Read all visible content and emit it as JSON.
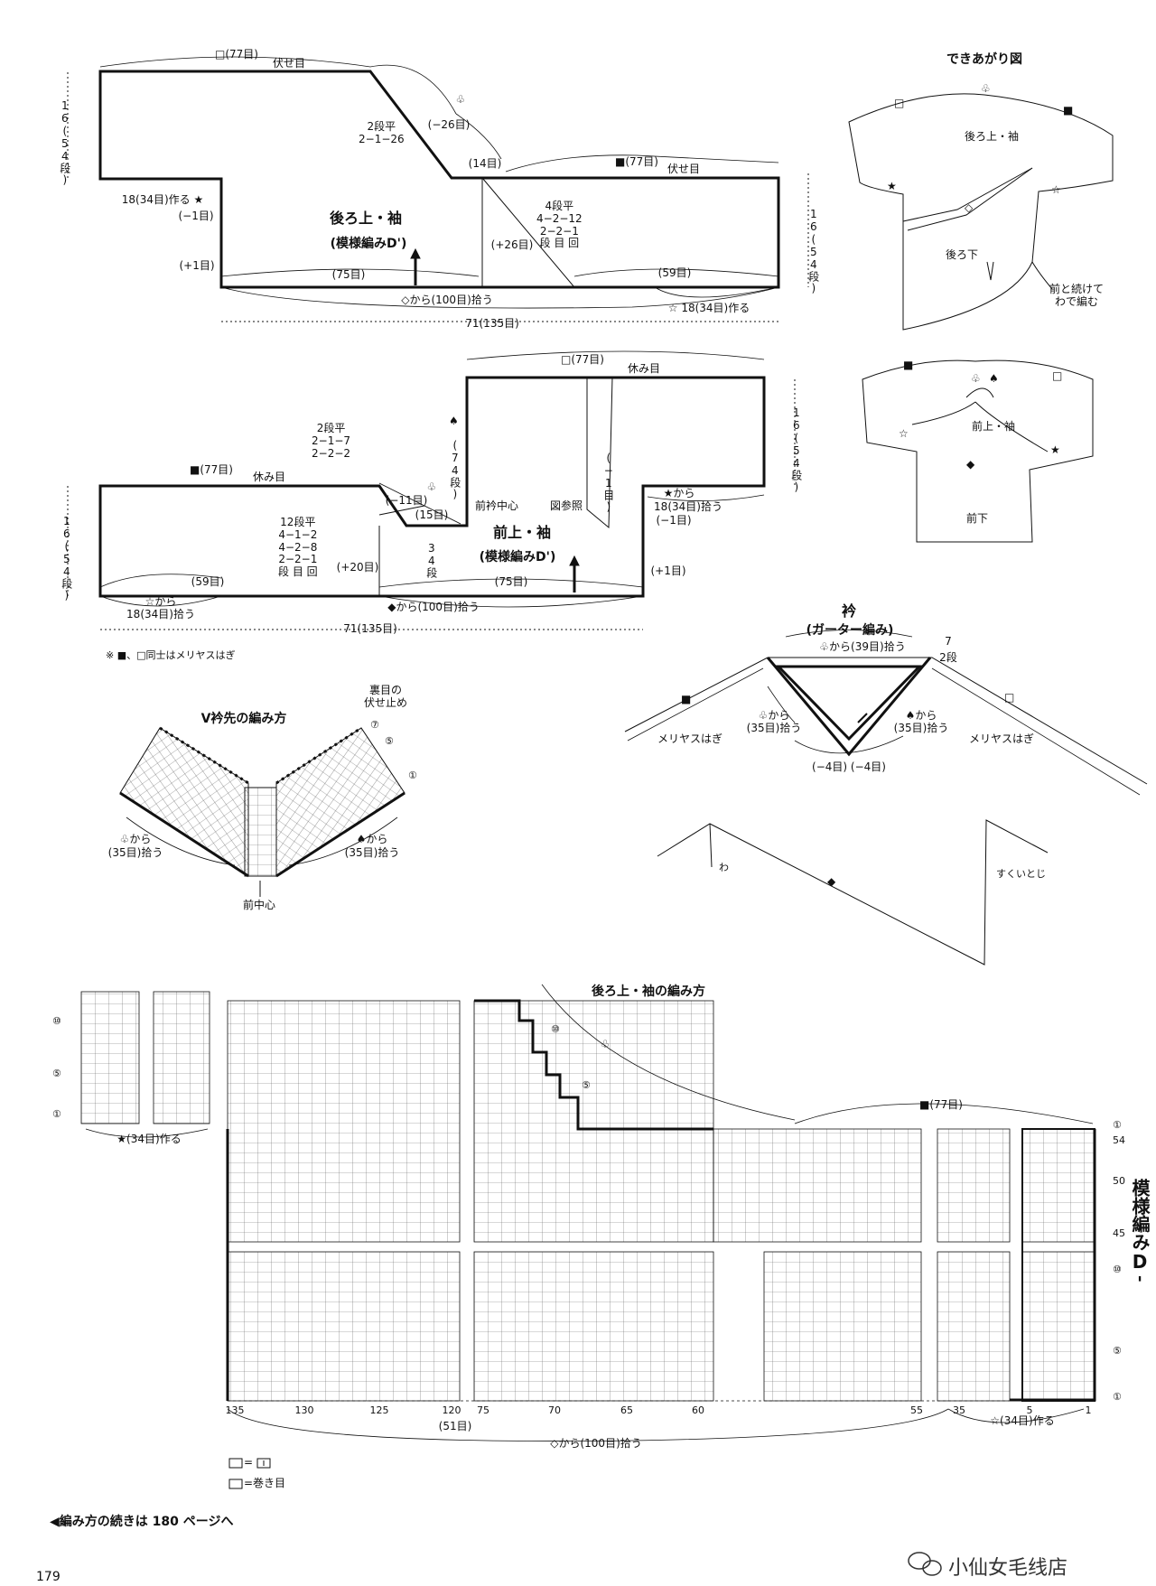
{
  "marks": {
    "open_square": "□",
    "filled_square": "■",
    "club": "♧",
    "spade": "♠",
    "filled_star": "★",
    "open_star": "☆",
    "open_diamond": "◇",
    "filled_diamond": "◆"
  },
  "back": {
    "top_count": "□(77目)",
    "top_label": "伏せ目",
    "height_left": "16(54段)",
    "club": "♧",
    "dec_count": "(−26目)",
    "dec_rows": "2段平\n2−1−26",
    "neck_count": "(14目)",
    "right_top_count": "■(77目)",
    "right_top_label": "伏せ目",
    "left_cast_on": "18(34目)作る ★",
    "left_dec1": "(−1目)",
    "title": "後ろ上・袖",
    "pattern": "(模様編みD')",
    "inc_rows": "4段平\n4−2−12\n2−2−1\n段 目 回",
    "inc_count": "(+26目)",
    "height_right": "16(54段)",
    "left_inc1": "(+1目)",
    "bottom_mid": "(75目)",
    "bottom_right": "(59目)",
    "pickup": "◇から(100目)拾う",
    "right_cast_on": "☆ 18(34目)作る",
    "width": "71(135目)"
  },
  "finished": {
    "title": "できあがり図",
    "back_upper": "後ろ上・袖",
    "back_lower": "後ろ下",
    "note": "前と続けて\nわで編む",
    "front_upper": "前上・袖",
    "front_lower": "前下"
  },
  "front": {
    "top_count": "□(77目)",
    "top_label": "休み目",
    "height_right": "16(54段)",
    "spade": "♠",
    "rows_74": "(74段)",
    "dec_rows": "2段平\n2−1−7\n2−2−2",
    "left_top_count": "■(77目)",
    "left_top_label": "休み目",
    "club": "♧",
    "dec_count": "(−11目)",
    "neck_center": "前衿中心",
    "see_diagram": "図参照",
    "one_stitch": "(−1目)",
    "filled_star_from": "★から",
    "right_pickup": "18(34目)拾う",
    "right_dec1": "(−1目)",
    "neck_count": "(15目)",
    "inc_rows": "12段平\n4−1−2\n4−2−8\n2−2−1\n段 目 回",
    "title": "前上・袖",
    "rows_34": "34段",
    "pattern": "(模様編みD')",
    "inc_count": "(+20目)",
    "right_inc1": "(+1目)",
    "height_left": "16(54段)",
    "bottom_left": "(59目)",
    "bottom_mid": "(75目)",
    "open_star_from": "☆から",
    "left_cast_on": "18(34目)拾う",
    "pickup": "◆から(100目)拾う",
    "width": "71(135目)"
  },
  "notes": {
    "seam": "※ ■、□同士はメリヤスはぎ"
  },
  "collar": {
    "title": "衿",
    "method": "(ガーター編み)",
    "club_pickup": "♧から(39目)拾う",
    "rows_top": "7",
    "rows": "2段",
    "club_from": "♧から",
    "left_pickup": "(35目)拾う",
    "spade_from": "♠から",
    "right_pickup": "(35目)拾う",
    "graft": "メリヤスはぎ",
    "dec": "(−4目) (−4目)"
  },
  "fold": {
    "loop": "わ",
    "sew": "すくいとじ"
  },
  "vneck": {
    "title": "V衿先の編み方",
    "bind_off": "裏目の\n伏せ止め",
    "row_top": "⑦",
    "row_mid": "⑤",
    "row_bottom": "①",
    "club_from": "♧から",
    "left_pickup": "(35目)拾う",
    "spade_from": "♠から",
    "right_pickup": "(35目)拾う",
    "center": "前中心"
  },
  "chart": {
    "title": "後ろ上・袖の編み方",
    "left_rows": [
      "⑩",
      "⑤",
      "①"
    ],
    "left_cast_on": "★(34目)作る",
    "step_rows": [
      "⑩",
      "⑤"
    ],
    "club": "♧",
    "top_count": "■(77目)",
    "right_rows": [
      "①",
      "54",
      "50",
      "45",
      "⑩",
      "⑤",
      "①"
    ],
    "pattern_name": "模様編みD'",
    "columns": [
      "135",
      "130",
      "125",
      "120",
      "75",
      "70",
      "65",
      "60",
      "55",
      "35",
      "5",
      "1"
    ],
    "mid_count": "(51目)",
    "right_cast_on": "☆(34目)作る",
    "pickup": "◇から(100目)拾う"
  },
  "legend": {
    "knit": "=",
    "cast_on": "=巻き目"
  },
  "footer": {
    "continue": "◀編み方の続きは 180 ページへ",
    "page": "179",
    "watermark": "小仙女毛线店"
  }
}
